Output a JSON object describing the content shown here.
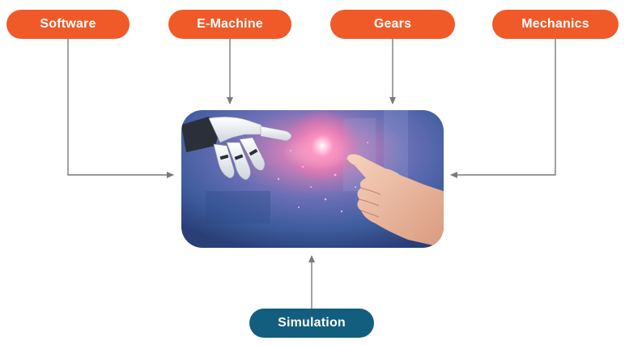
{
  "nodes": {
    "software": "Software",
    "emachine": "E-Machine",
    "gears": "Gears",
    "mechanics": "Mechanics",
    "simulation": "Simulation"
  },
  "center_image": "robot-hand-touching-human-hand",
  "colors": {
    "input_node": "#F05A28",
    "simulation_node": "#135E7E",
    "connector": "#7a7a7a"
  }
}
